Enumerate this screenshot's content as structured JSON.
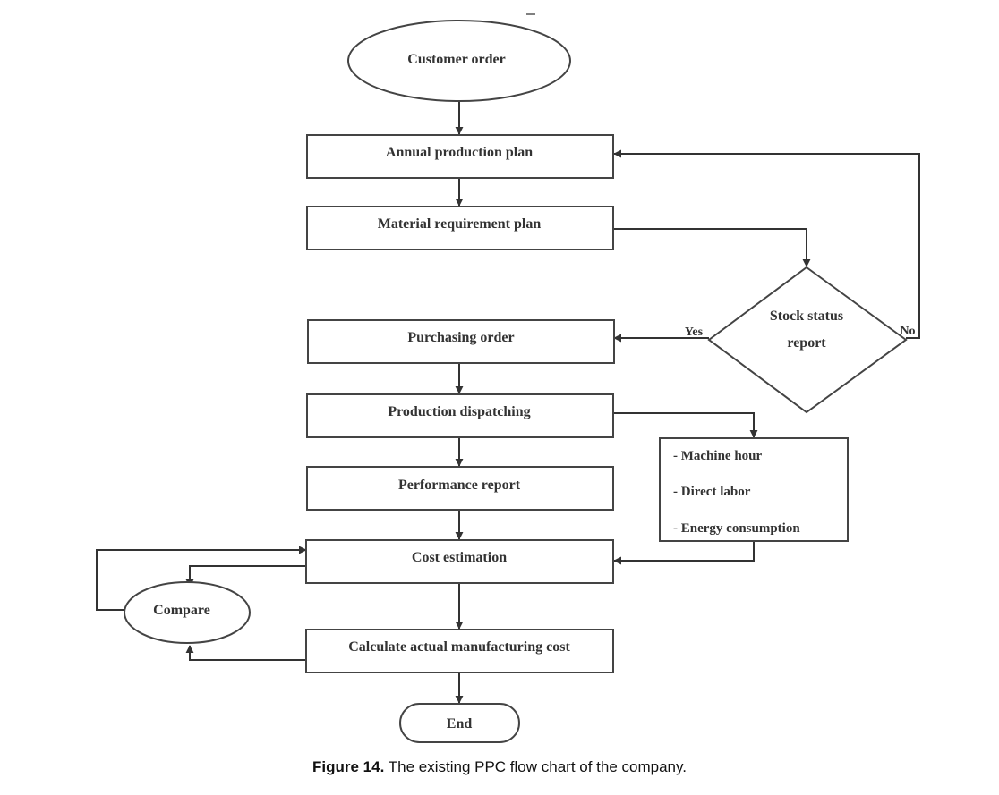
{
  "nodes": {
    "customer_order": "Customer order",
    "annual_plan": "Annual production plan",
    "material_plan": "Material requirement plan",
    "stock_status_line1": "Stock status",
    "stock_status_line2": "report",
    "purchasing_order": "Purchasing order",
    "production_dispatching": "Production dispatching",
    "performance_report": "Performance report",
    "cost_estimation": "Cost estimation",
    "compare": "Compare",
    "calculate_actual": "Calculate actual manufacturing cost",
    "end": "End"
  },
  "resources": {
    "items": [
      "- Machine hour",
      "- Direct labor",
      "- Energy consumption"
    ]
  },
  "edges": {
    "yes": "Yes",
    "no": "No"
  },
  "caption": {
    "label": "Figure 14.",
    "text": "The existing PPC flow chart of the company."
  }
}
